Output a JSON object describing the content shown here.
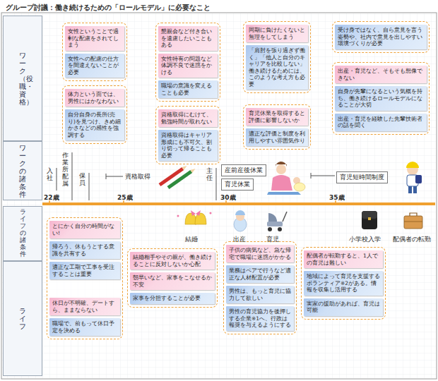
{
  "diagram": {
    "title": "グループ討議：働き続けるための「ロールモデル」に必要なこと",
    "nodes": [
      {
        "text": [
          "ワーク（役職・資格）"
        ]
      },
      {
        "text": [
          "ワークの諸条件"
        ]
      },
      {
        "text": [
          "ライフの諸条件"
        ]
      },
      {
        "text": [
          "ライフ"
        ]
      },
      {
        "text": []
      },
      {
        "text": [
          "女性ということで過剰な配慮をされてしまう"
        ],
        "in": 4
      },
      {
        "text": [
          "女性への配慮の仕方を間違えないことが必要"
        ],
        "in": 4
      },
      {
        "text": []
      },
      {
        "text": [
          "懇親会など付き合いを遠慮したいこともある"
        ],
        "in": 7
      },
      {
        "text": [
          "女性特有の問題など体調不良で迷惑をかける"
        ],
        "in": 7
      },
      {
        "text": [
          "職場の意識を変えることも必要"
        ],
        "in": 7
      },
      {
        "text": []
      },
      {
        "text": [
          "同期に負けたくないと無理をしてしまう"
        ],
        "in": 11
      },
      {
        "text": [
          "「肩肘を張り過ぎず働く」「他人と自分のキャリアを比較しない」働き続けるためには、このような考え方も必要"
        ],
        "in": 11
      },
      {
        "text": []
      },
      {
        "text": [
          "受け身ではなく、自ら意見を言う姿勢や、社内で意見を出しやすい環境づくりが必要"
        ],
        "in": 14
      },
      {
        "text": []
      },
      {
        "text": [
          "体力という面では、男性にはかなわない"
        ],
        "in": 16
      },
      {
        "text": [
          "自分自身の長所(売り)を見つけ、きめ細かさなどの感性を強調する"
        ],
        "in": 16
      },
      {
        "text": []
      },
      {
        "text": [
          "資格取得にむけて、勉強時間が取れない"
        ],
        "in": 19
      },
      {
        "text": [
          "資格取得はキャリア形成にも不可欠、割り切って帰ることも必要"
        ],
        "in": 19
      },
      {
        "text": []
      },
      {
        "text": [
          "育児休業を取得すると評価に影響しないか"
        ],
        "in": 22
      },
      {
        "text": [
          "適正な評価と制度を利用しやすい雰囲気作り"
        ],
        "in": 22
      },
      {
        "text": []
      },
      {
        "text": [
          "出産・育児など、そもそも想像できない"
        ],
        "in": 25
      },
      {
        "text": [
          "自身が先輩になるという気概を持ち、働き続けるロールモデルになることが大切"
        ],
        "in": 25
      },
      {
        "text": [
          "出産・育児を経験した先輩技術者の話を聞く"
        ],
        "in": 25
      },
      {
        "text": []
      },
      {
        "text": [
          "とにかく自分の時間がない!"
        ],
        "in": 29
      },
      {
        "text": [
          "帰ろう、休もうとする意識を共有する"
        ],
        "in": 29
      },
      {
        "text": [
          "適正な工期で工事を受注することは重要"
        ],
        "in": 29
      },
      {
        "text": [
          "休日が不明確、デートすら、ままならない"
        ],
        "in": 29
      },
      {
        "text": [
          "職場で、前もって休日予定を決める"
        ],
        "in": 29
      },
      {
        "text": []
      },
      {
        "text": [
          "結婚相手やその親が、働き続けることに反対しないか心配"
        ],
        "in": 35
      },
      {
        "text": [
          "朝早いなど、家事をこなせるか不安"
        ],
        "in": 35
      },
      {
        "text": [
          "家事を分担することが必要"
        ],
        "in": 35
      },
      {
        "text": []
      },
      {
        "text": [
          "子供の病気など、急な帰宅で職場に迷惑がかかる"
        ],
        "in": 39
      },
      {
        "text": [
          "業務はペアで行うなど適正な人材配置が必要"
        ],
        "in": 39
      },
      {
        "text": [
          "男性は、もっと育児に協力して欲しい"
        ],
        "in": 39
      },
      {
        "text": [
          "男性の育児協力を後押しする企業※1へ、行政は報奨を与えるようにする"
        ],
        "in": 39
      },
      {
        "text": []
      },
      {
        "text": [
          "配偶者が転勤すると、1人での育児は難しい"
        ],
        "in": 44
      },
      {
        "text": [
          "地域によって育児を支援するボランティア※2がある。情報を収集し活用する"
        ],
        "in": 44
      },
      {
        "text": [
          "実家の援助があれば、育児は可能"
        ],
        "in": 44
      }
    ],
    "labels": [
      "22歳",
      "25歳",
      "30歳",
      "35歳",
      "入社",
      "作業所配属",
      "保員",
      "資格取得",
      "主任",
      "産前産後休業",
      "育児休業",
      "育児短時間制度",
      "結婚",
      "出産",
      "育児",
      "小学校入学",
      "配偶者の転勤"
    ]
  }
}
